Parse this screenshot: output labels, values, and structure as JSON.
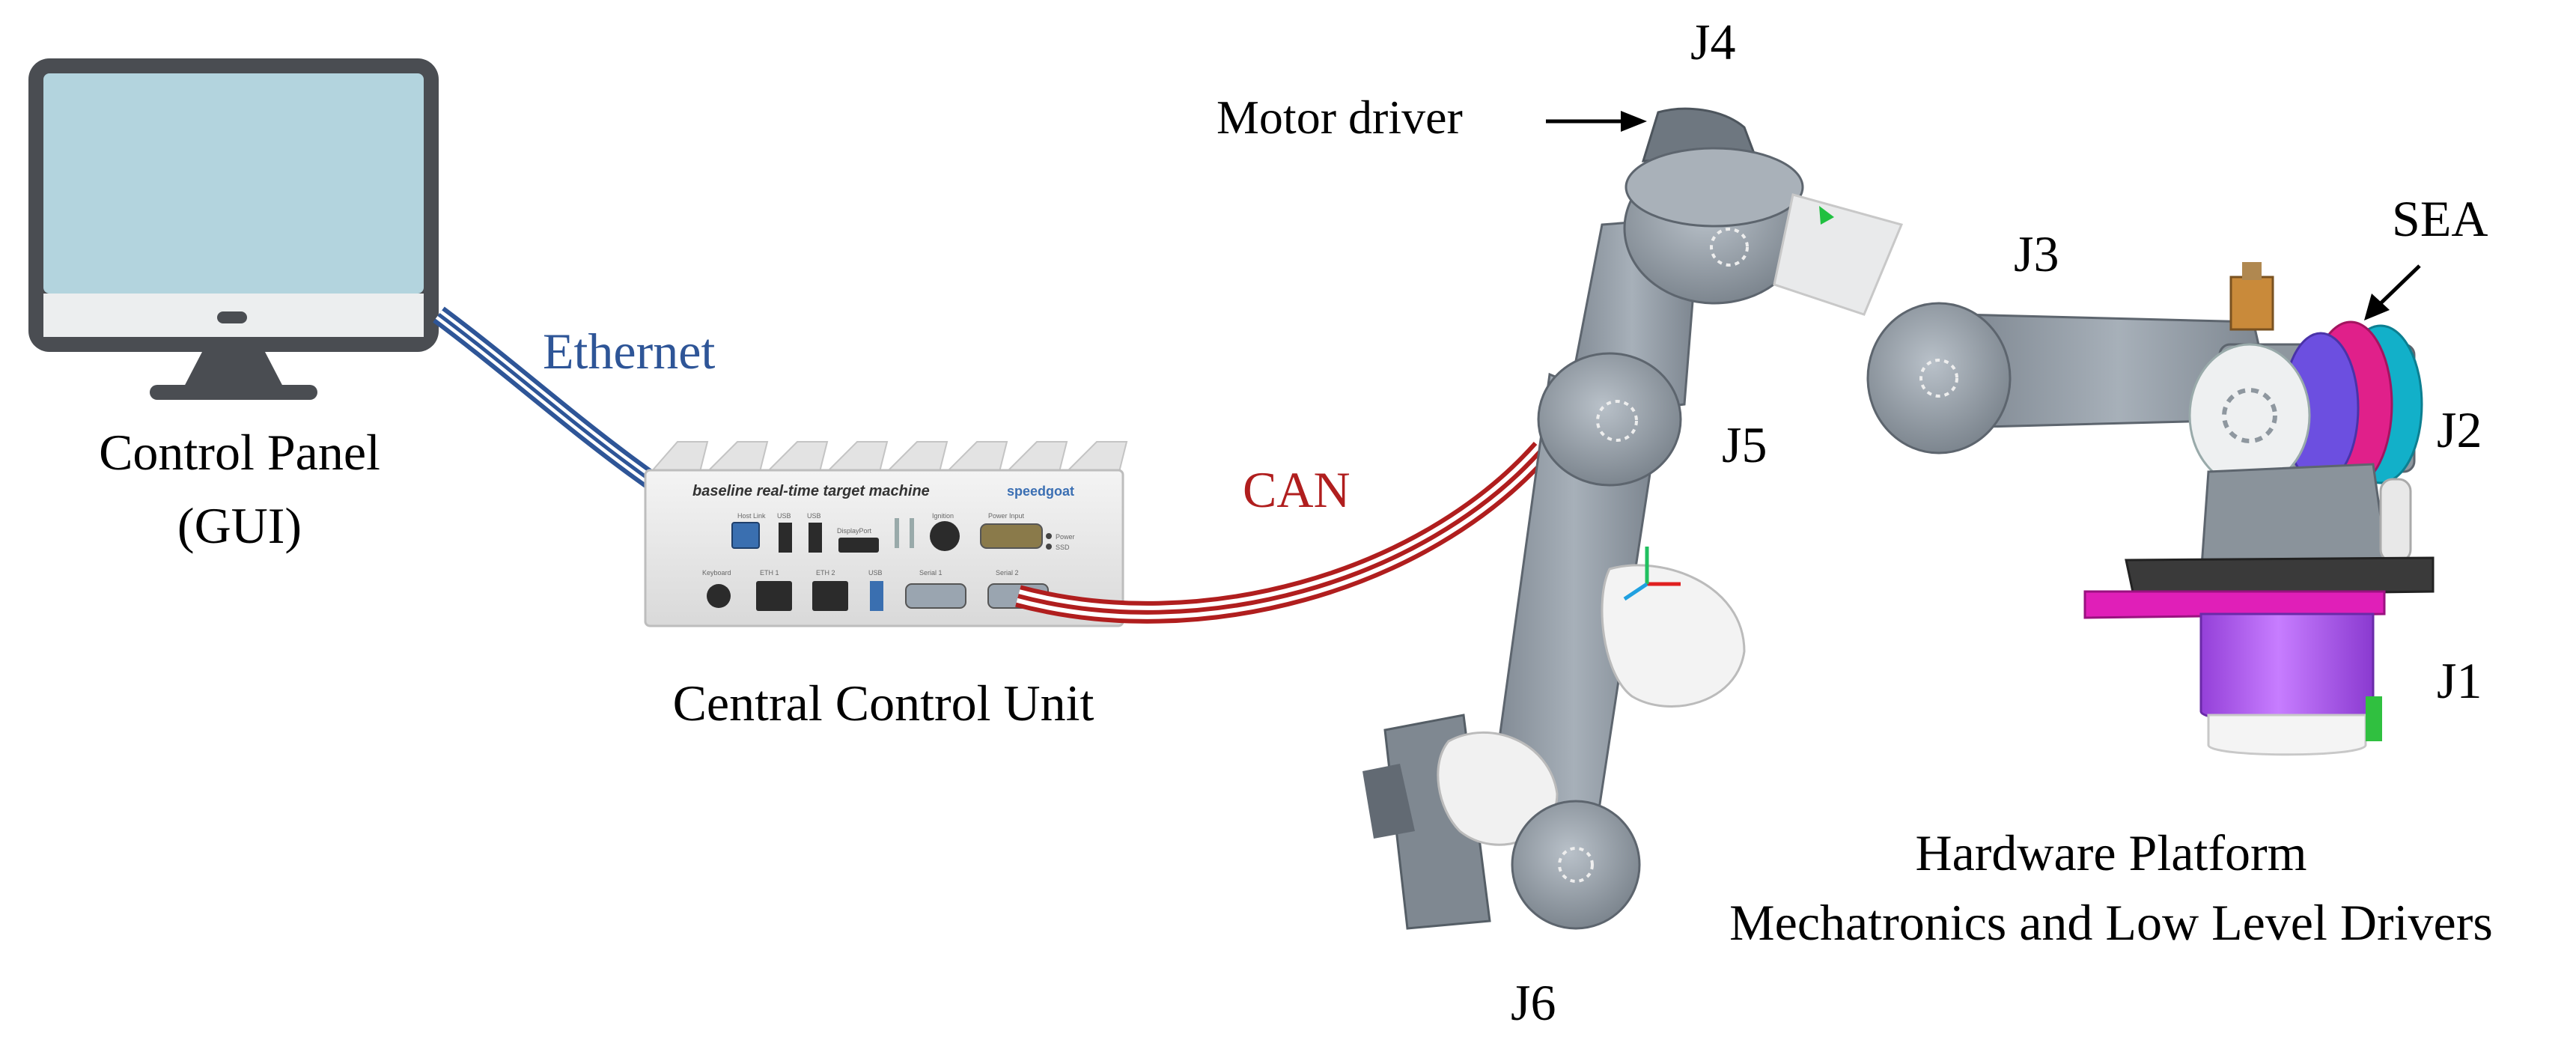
{
  "labels": {
    "control_panel_line1": "Control Panel",
    "control_panel_line2": "(GUI)",
    "ethernet": "Ethernet",
    "can": "CAN",
    "central_control_unit": "Central Control Unit",
    "motor_driver": "Motor driver",
    "sea": "SEA",
    "hardware_platform_line1": "Hardware Platform",
    "hardware_platform_line2": "Mechatronics and Low Level Drivers"
  },
  "joints": [
    "J1",
    "J2",
    "J3",
    "J4",
    "J5",
    "J6"
  ],
  "device": {
    "title": "baseline real-time target machine",
    "brand": "speedgoat",
    "ports": [
      "Host Link",
      "USB",
      "USB",
      "DisplayPort",
      "Ignition",
      "Power Input",
      "Keyboard",
      "ETH 1",
      "ETH 2",
      "USB",
      "Serial 1",
      "Serial 2"
    ],
    "leds": [
      "Power",
      "SSD"
    ]
  },
  "colors": {
    "ethernet": "#2e5597",
    "can": "#b01e1e",
    "monitor_screen": "#b3d4de",
    "monitor_frame": "#4a4d52",
    "robot_body": "#9aa3ad",
    "sea_magenta": "#e0208a",
    "sea_cyan": "#12b0c9",
    "base_purple": "#b25ef0",
    "base_magenta": "#e01fb8"
  }
}
